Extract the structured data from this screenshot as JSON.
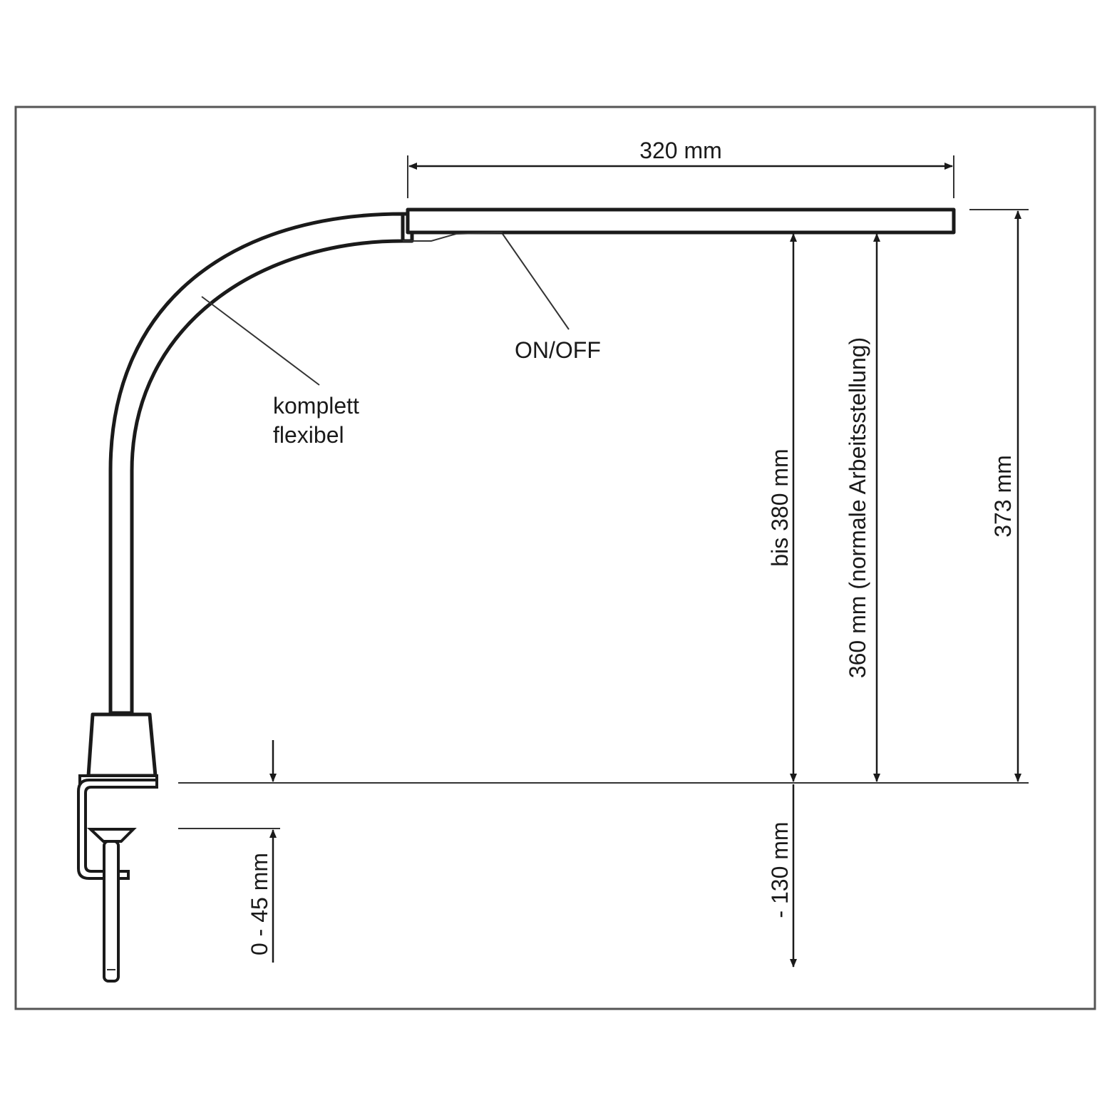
{
  "diagram": {
    "labels": {
      "width": "320 mm",
      "switch": "ON/OFF",
      "flex_line1": "komplett",
      "flex_line2": "flexibel",
      "max_height": "bis 380 mm",
      "work_height": "360 mm (normale Arbeitsstellung)",
      "total_height": "373 mm",
      "below_table": "- 130 mm",
      "clamp_range": "0 - 45 mm"
    },
    "colors": {
      "line": "#1a1a1a",
      "frame": "#555555",
      "background": "#ffffff"
    }
  }
}
